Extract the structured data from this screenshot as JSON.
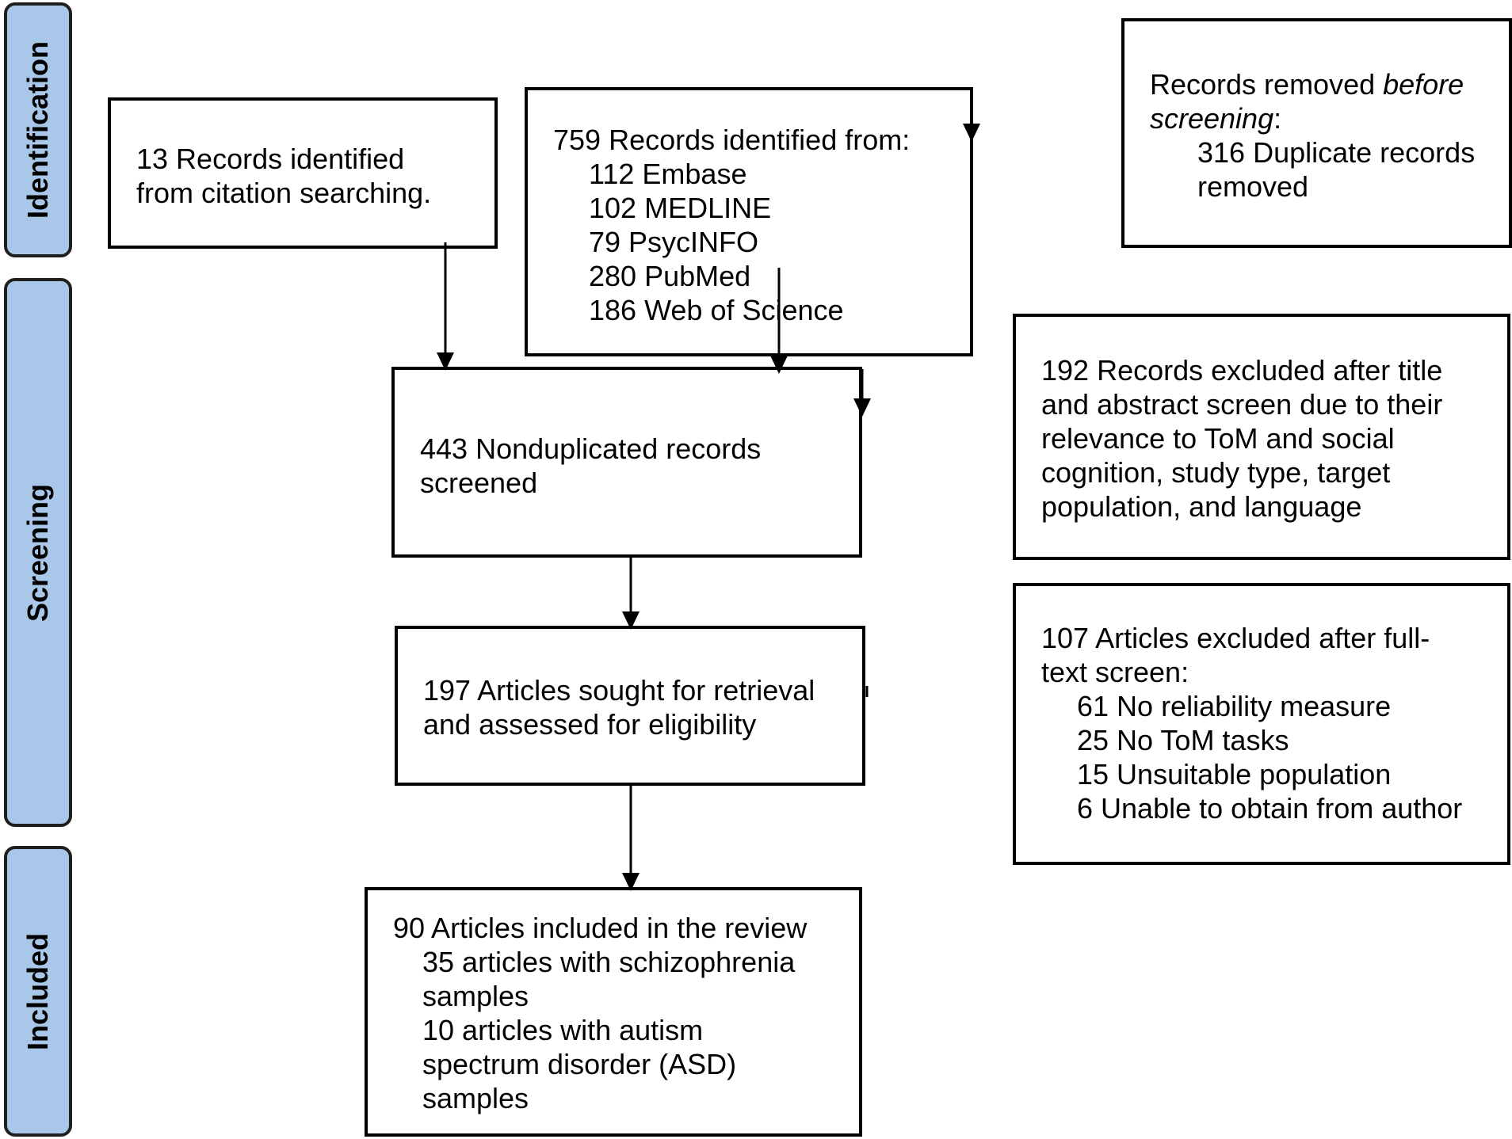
{
  "phases": {
    "identification": "Identification",
    "screening": "Screening",
    "included": "Included"
  },
  "boxes": {
    "citation": {
      "line1": "13 Records identified",
      "line2": "from citation searching."
    },
    "databases": {
      "header": "759 Records identified from:",
      "items": [
        "112 Embase",
        "102 MEDLINE",
        "79 PsycINFO",
        "280 PubMed",
        "186 Web of Science"
      ]
    },
    "removed": {
      "prefix": "Records removed ",
      "italic1": "before",
      "italic2": "screening",
      "colon": ":",
      "line3": "316 Duplicate records",
      "line4": "removed"
    },
    "screened": {
      "line1": "443 Nonduplicated records",
      "line2": "screened"
    },
    "excluded_title": {
      "lines": [
        "192 Records excluded after title",
        "and abstract screen due to their",
        "relevance to ToM and social",
        "cognition, study type, target",
        "population, and language"
      ]
    },
    "sought": {
      "line1": "197 Articles sought for retrieval",
      "line2": "and assessed for eligibility"
    },
    "excluded_fulltext": {
      "line1": "107 Articles excluded after full-",
      "line2": "text screen:",
      "items": [
        "61 No reliability measure",
        "25 No ToM tasks",
        "15 Unsuitable population",
        "6 Unable to obtain from author"
      ]
    },
    "included": {
      "header": "90 Articles included in the review",
      "lines": [
        "35 articles with schizophrenia",
        "samples",
        "10 articles with autism",
        "spectrum disorder (ASD)",
        "samples"
      ]
    }
  }
}
